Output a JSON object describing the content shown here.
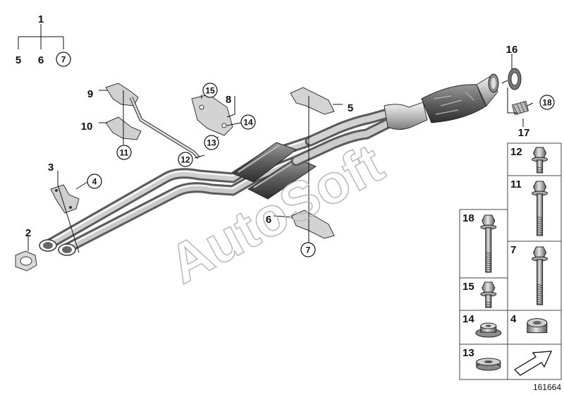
{
  "tree": {
    "root": "1",
    "children": [
      "5",
      "6",
      "7"
    ]
  },
  "callouts": [
    {
      "id": "c16",
      "label": "16",
      "circled": false
    },
    {
      "id": "c18",
      "label": "18",
      "circled": true
    },
    {
      "id": "c17",
      "label": "17",
      "circled": false
    },
    {
      "id": "c9",
      "label": "9",
      "circled": false
    },
    {
      "id": "c15",
      "label": "15",
      "circled": true
    },
    {
      "id": "c8",
      "label": "8",
      "circled": false
    },
    {
      "id": "c14",
      "label": "14",
      "circled": true
    },
    {
      "id": "c13",
      "label": "13",
      "circled": true
    },
    {
      "id": "c12",
      "label": "12",
      "circled": true
    },
    {
      "id": "c10",
      "label": "10",
      "circled": false
    },
    {
      "id": "c11",
      "label": "11",
      "circled": true
    },
    {
      "id": "c5",
      "label": "5",
      "circled": false
    },
    {
      "id": "c3",
      "label": "3",
      "circled": false
    },
    {
      "id": "c4",
      "label": "4",
      "circled": true
    },
    {
      "id": "c2",
      "label": "2",
      "circled": false
    },
    {
      "id": "c6",
      "label": "6",
      "circled": false
    },
    {
      "id": "c7",
      "label": "7",
      "circled": true
    }
  ],
  "parts_grid": [
    {
      "label": "12",
      "part": "bolt-short"
    },
    {
      "label": "11",
      "part": "bolt-long"
    },
    {
      "label": "18",
      "part": "bolt-long"
    },
    {
      "label": "7",
      "part": "bolt-long"
    },
    {
      "label": "15",
      "part": "bolt-short"
    },
    {
      "label": "14",
      "part": "flange-nut"
    },
    {
      "label": "4",
      "part": "hex-nut"
    },
    {
      "label": "13",
      "part": "washer"
    },
    {
      "label": "",
      "part": "arrow-icon"
    }
  ],
  "watermark": "AutoSoft",
  "image_number": "161664"
}
